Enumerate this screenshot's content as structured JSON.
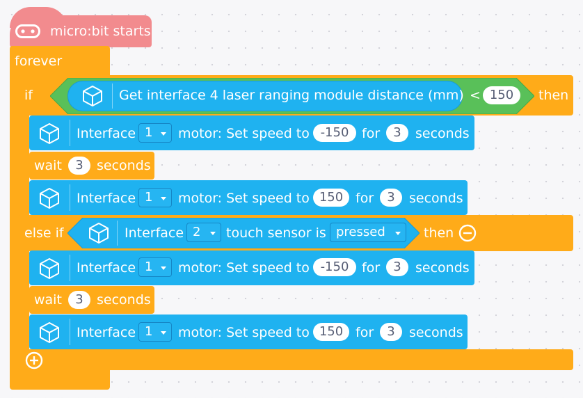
{
  "hat": {
    "label": "micro:bit starts",
    "icon": "microbit-icon"
  },
  "forever": {
    "label": "forever"
  },
  "if_block": {
    "if_label": "if",
    "condition": {
      "sensor_label": "Get interface 4 laser ranging module distance (mm)",
      "operator": "<",
      "value": "150"
    },
    "then_label": "then",
    "body": [
      {
        "prefix": "Interface",
        "port": "1",
        "action": "motor: Set speed to",
        "speed": "-150",
        "for_label": "for",
        "duration": "3",
        "unit": "seconds"
      },
      {
        "wait_label": "wait",
        "duration": "3",
        "unit": "seconds"
      },
      {
        "prefix": "Interface",
        "port": "1",
        "action": "motor: Set speed to",
        "speed": "150",
        "for_label": "for",
        "duration": "3",
        "unit": "seconds"
      }
    ]
  },
  "else_if_block": {
    "label": "else if",
    "condition": {
      "prefix": "Interface",
      "port": "2",
      "sensor": "touch sensor is",
      "state": "pressed"
    },
    "then_label": "then",
    "body": [
      {
        "prefix": "Interface",
        "port": "1",
        "action": "motor: Set speed to",
        "speed": "-150",
        "for_label": "for",
        "duration": "3",
        "unit": "seconds"
      },
      {
        "wait_label": "wait",
        "duration": "3",
        "unit": "seconds"
      },
      {
        "prefix": "Interface",
        "port": "1",
        "action": "motor: Set speed to",
        "speed": "150",
        "for_label": "for",
        "duration": "3",
        "unit": "seconds"
      }
    ]
  },
  "icons": {
    "extension": "cube-icon",
    "remove": "minus-circle-icon",
    "add": "plus-circle-icon"
  },
  "colors": {
    "hat": "#f28b8e",
    "control": "#ffab19",
    "extension": "#1fb2f0",
    "operator": "#59c059"
  }
}
